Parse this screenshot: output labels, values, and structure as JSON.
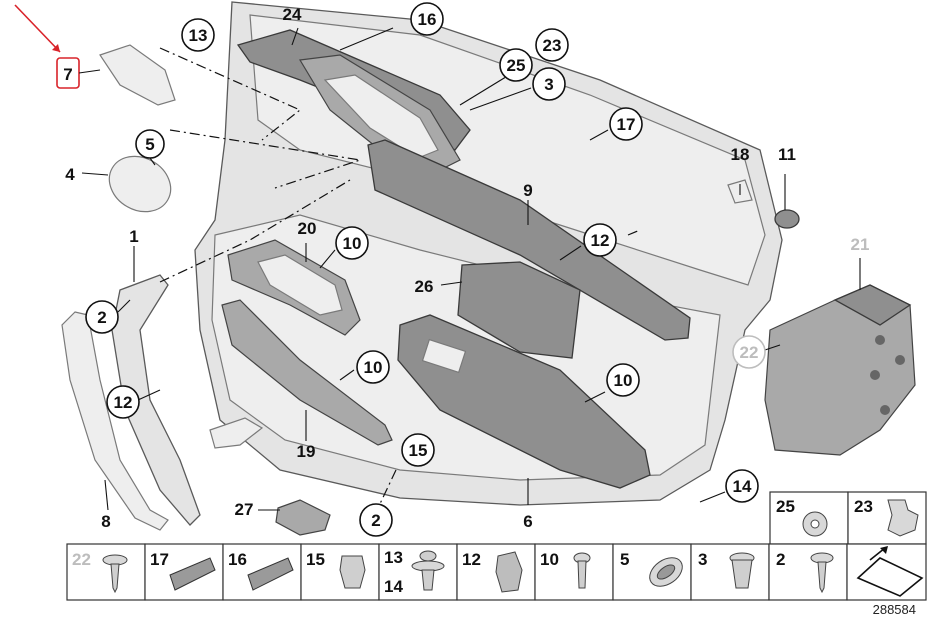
{
  "diagram_ref": "288584",
  "colors": {
    "highlight": "#d9232a",
    "callout_grey": "#bdbdbd",
    "part_fill": "#e4e4e4"
  },
  "callouts": {
    "c1": "1",
    "c2a": "2",
    "c2b": "2",
    "c3": "3",
    "c4": "4",
    "c5": "5",
    "c6": "6",
    "c7": "7",
    "c8": "8",
    "c9": "9",
    "c10a": "10",
    "c10b": "10",
    "c10c": "10",
    "c11": "11",
    "c12a": "12",
    "c12b": "12",
    "c13": "13",
    "c14": "14",
    "c15": "15",
    "c16": "16",
    "c17": "17",
    "c18": "18",
    "c19": "19",
    "c20": "20",
    "c21": "21",
    "c22": "22",
    "c23": "23",
    "c24": "24",
    "c25": "25",
    "c26": "26",
    "c27": "27"
  },
  "legend_top": [
    {
      "label": "25",
      "icon": "star-washer-icon"
    },
    {
      "label": "23",
      "icon": "clip-bracket-icon"
    }
  ],
  "legend_bottom": [
    {
      "label": "22",
      "icon": "screw-icon",
      "grey": true
    },
    {
      "label": "17",
      "icon": "clip-strip-icon"
    },
    {
      "label": "16",
      "icon": "clip-strip-icon"
    },
    {
      "label": "15",
      "icon": "expanding-clip-icon"
    },
    {
      "label": "13",
      "label2": "14",
      "icon": "push-rivet-icon"
    },
    {
      "label": "12",
      "icon": "spring-clip-icon"
    },
    {
      "label": "10",
      "icon": "screw-icon"
    },
    {
      "label": "5",
      "icon": "oval-cap-icon"
    },
    {
      "label": "3",
      "icon": "expanding-rivet-icon"
    },
    {
      "label": "2",
      "icon": "screw-icon"
    },
    {
      "label": "",
      "icon": "assembly-symbol-icon"
    }
  ]
}
